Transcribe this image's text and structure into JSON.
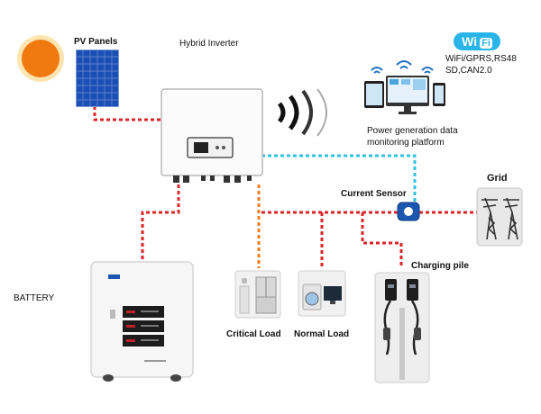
{
  "labels": {
    "pv_panels": "PV Panels",
    "hybrid_inverter": "Hybrid Inverter",
    "wifi_badge_wi": "Wi",
    "wifi_badge_fi": "Fi",
    "comm_line1": "WiFi/GPRS,RS48",
    "comm_line2": "SD,CAN2.0",
    "monitoring_line1": "Power generation data",
    "monitoring_line2": "monitoring platform",
    "current_sensor": "Current Sensor",
    "grid": "Grid",
    "battery": "BATTERY",
    "charging_pile": "Charging pile",
    "critical_load": "Critical Load",
    "normal_load": "Normal Load"
  },
  "colors": {
    "dc_wire": "#d9262a",
    "data_wire": "#2fc3e0",
    "critical_wire": "#f07d1e",
    "sun": "#f07a10",
    "panel": "#1c4fb5",
    "wifi_badge": "#29b5e8"
  },
  "icons": [
    "sun-icon",
    "solar-panel-icon",
    "inverter-icon",
    "wireless-signal-icon",
    "wifi-badge-icon",
    "devices-icon",
    "current-sensor-icon",
    "grid-tower-icon",
    "battery-cabinet-icon",
    "fridge-icon",
    "washer-tv-icon",
    "ev-charger-icon"
  ]
}
